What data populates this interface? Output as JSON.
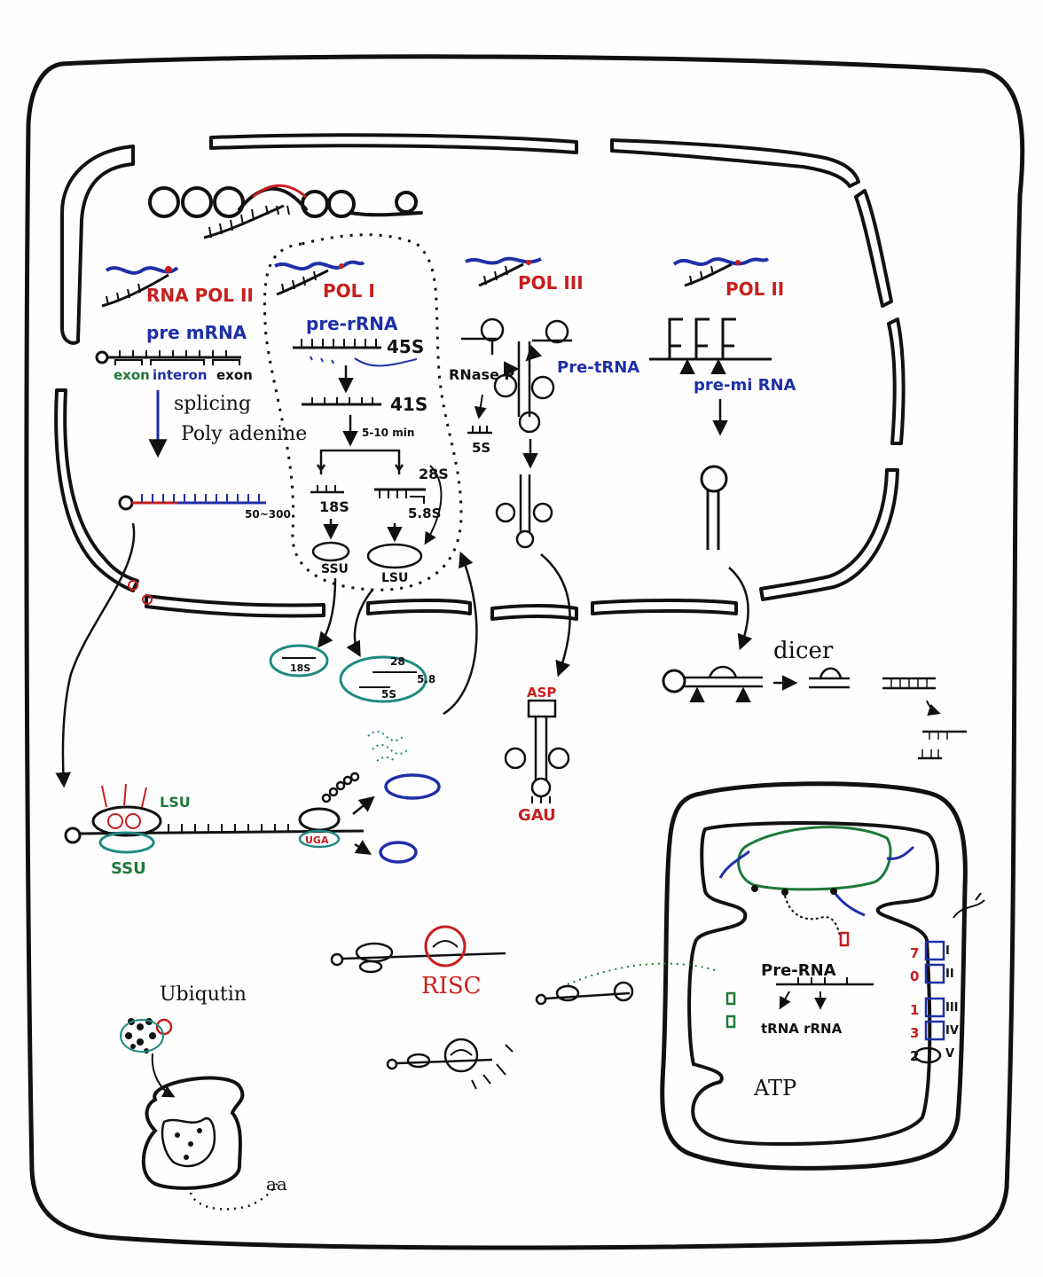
{
  "colors": {
    "ink": "#111111",
    "red": "#c81e1e",
    "blue": "#1f2fa8",
    "teal": "#1f8a80",
    "green": "#1f7a3a"
  },
  "nucleus": {
    "pol2_mrna": {
      "label": "RNA POL II"
    },
    "pre_mrna": {
      "label": "pre mRNA",
      "exon1": "exon",
      "intron": "interon",
      "exon2": "exon",
      "step1": "splicing",
      "step2": "Poly adenine",
      "polya": "50~300"
    },
    "pol1": {
      "label": "POL I",
      "pre_rrna": "pre-rRNA",
      "s45": "45S",
      "s41": "41S",
      "time": "5-10 min",
      "s18": "18S",
      "s28": "28S",
      "s58": "5.8S",
      "ssu": "SSU",
      "lsu": "LSU"
    },
    "pol3_trna": {
      "label": "POL III",
      "pre_trna": "Pre-tRNA",
      "rnase": "RNase P",
      "s5": "5S"
    },
    "pol2_mirna": {
      "label": "POL II",
      "pre_mirna": "pre-mi RNA"
    }
  },
  "cytoplasm": {
    "ssu_small": "18S",
    "lsu_big": {
      "top": "28",
      "mid": "5.8",
      "bottom": "5S"
    },
    "trna": {
      "top": "ASP",
      "anticodon": "GAU"
    },
    "dicer": "dicer",
    "translation": {
      "lsu": "LSU",
      "ssu": "SSU",
      "stop": "UGA"
    },
    "risc": "RISC",
    "ubiquitin": "Ubiqutin",
    "aa": "aa"
  },
  "mitochondrion": {
    "pre_rna": "Pre-RNA",
    "products": "tRNA  rRNA",
    "atp": "ATP",
    "complexes": [
      "I",
      "II",
      "III",
      "IV",
      "V"
    ],
    "numbers": [
      "7",
      "0",
      "1",
      "3",
      "2"
    ]
  }
}
